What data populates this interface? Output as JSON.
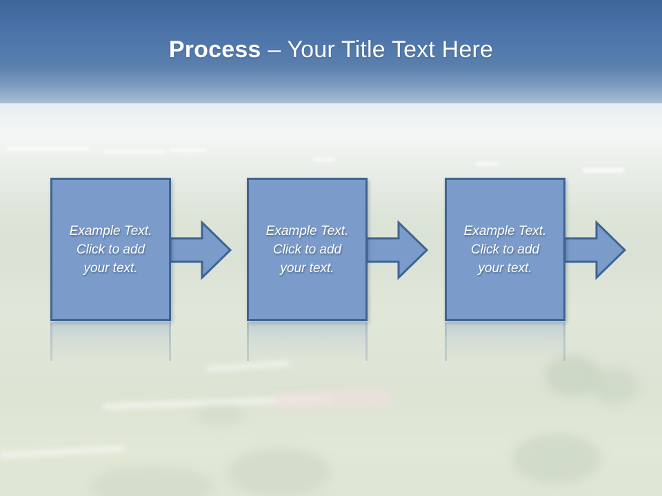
{
  "slide": {
    "title_bold": "Process",
    "title_separator": " – ",
    "title_rest": "Your Title Text Here",
    "background_description": "aerial-landscape-photo"
  },
  "theme": {
    "shape_fill": "#7b9cca",
    "shape_border": "#3f6392",
    "text_color": "#ffffff",
    "title_color": "#ffffff",
    "sky_top": "#3f6698",
    "sky_mid": "#4a72a8",
    "haze": "#e8ece6",
    "meadow": "#c8d3bd"
  },
  "process": {
    "steps": [
      {
        "id": "step-1",
        "text": "Example Text.\nClick  to add\nyour text.",
        "arrow_label": "arrow-right"
      },
      {
        "id": "step-2",
        "text": "Example Text.\nClick  to add\nyour text.",
        "arrow_label": "arrow-right"
      },
      {
        "id": "step-3",
        "text": "Example Text.\nClick  to add\nyour text.",
        "arrow_label": "arrow-right"
      }
    ]
  }
}
